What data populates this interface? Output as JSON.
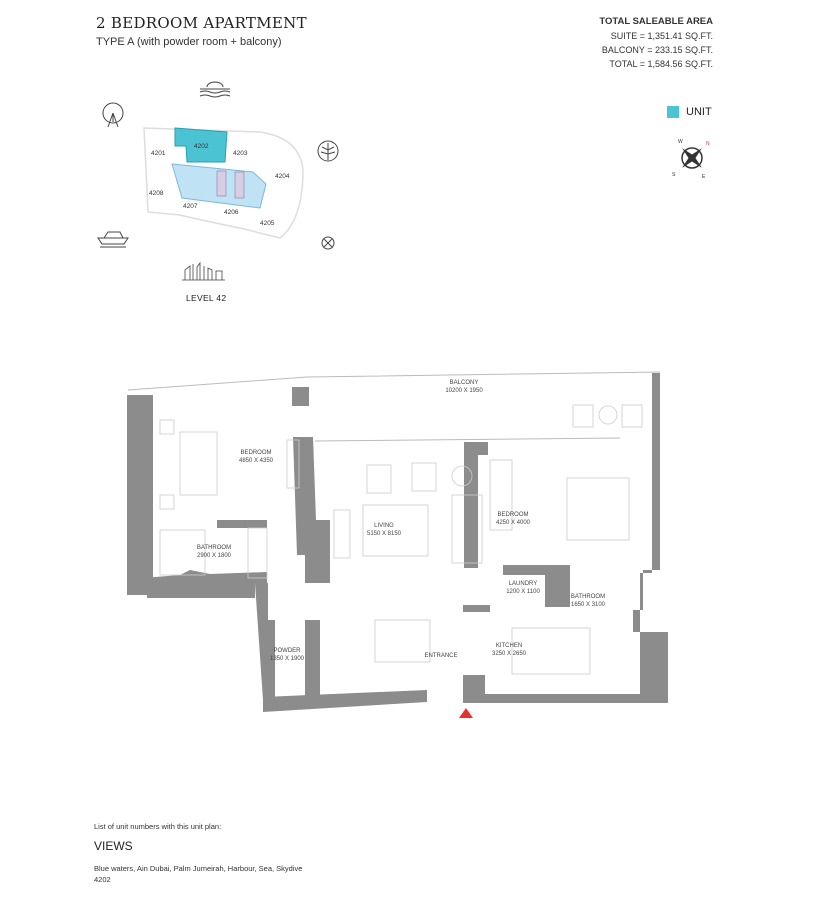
{
  "header": {
    "title": "2 BEDROOM APARTMENT",
    "subtitle": "TYPE A (with powder room + balcony)"
  },
  "area": {
    "heading": "TOTAL SALEABLE AREA",
    "suite": "SUITE = 1,351.41 SQ.FT.",
    "balcony": "BALCONY = 233.15 SQ.FT.",
    "total": "TOTAL = 1,584.56 SQ.FT."
  },
  "legend": {
    "label": "UNIT",
    "color": "#4cc3d3"
  },
  "key_plan": {
    "level": "LEVEL 42",
    "units": [
      "4201",
      "4202",
      "4203",
      "4204",
      "4205",
      "4206",
      "4207",
      "4208"
    ],
    "highlighted": "4202",
    "icons": [
      "ain-dubai-icon",
      "sea-sunset-icon",
      "palm-icon",
      "yacht-icon",
      "compass-icon",
      "skyline-icon"
    ]
  },
  "rooms": {
    "balcony": {
      "name": "BALCONY",
      "dims": "10200 X 1950"
    },
    "bedroom1": {
      "name": "BEDROOM",
      "dims": "4850 X 4350"
    },
    "bathroom1": {
      "name": "BATHROOM",
      "dims": "2900 X 1800"
    },
    "living": {
      "name": "LIVING",
      "dims": "5150 X 8150"
    },
    "bedroom2": {
      "name": "BEDROOM",
      "dims": "4250 X 4000"
    },
    "laundry": {
      "name": "LAUNDRY",
      "dims": "1200 X 1100"
    },
    "bathroom2": {
      "name": "BATHROOM",
      "dims": "1650 X 3100"
    },
    "powder": {
      "name": "POWDER",
      "dims": "1350 X 1900"
    },
    "kitchen": {
      "name": "KITCHEN",
      "dims": "3250 X 2650"
    },
    "entrance": {
      "name": "ENTRANCE"
    }
  },
  "footer": {
    "list_note": "List of unit numbers with this unit plan:",
    "views_heading": "VIEWS",
    "views": "Blue waters, Ain Dubai, Palm Jumeirah, Harbour, Sea, Skydive",
    "unit": "4202"
  },
  "colors": {
    "wall": "#8c8c8c",
    "unit": "#4cc3d3",
    "core": "#bfe3f5",
    "entrance_marker": "#e8312f"
  }
}
